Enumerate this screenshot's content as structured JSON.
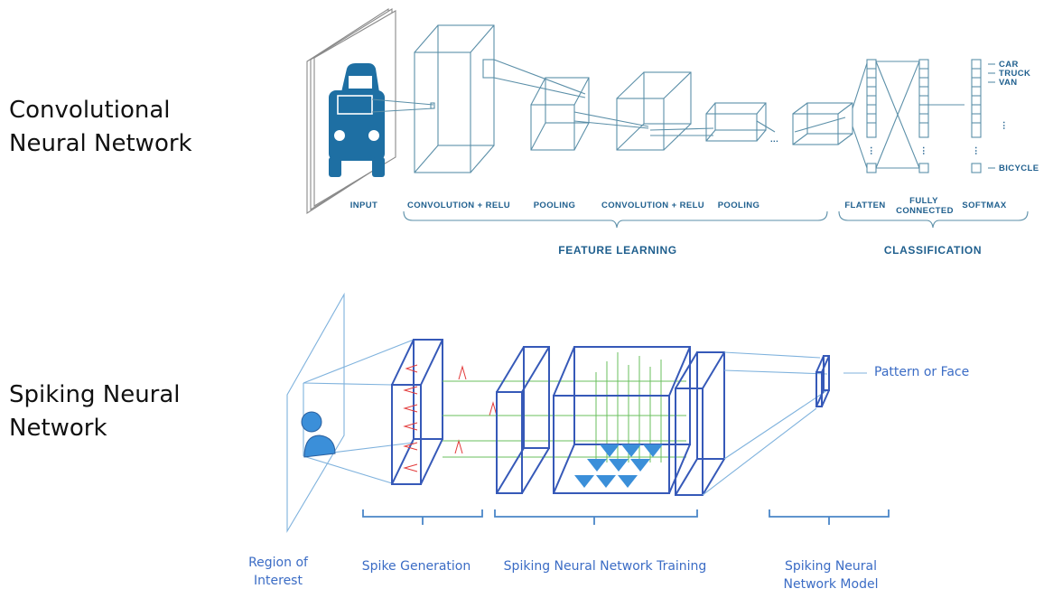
{
  "rows": {
    "cnn_title": "Convolutional\nNeural Network",
    "snn_title": "Spiking Neural\nNetwork"
  },
  "cnn": {
    "layers": {
      "input": "INPUT",
      "conv1": "CONVOLUTION + RELU",
      "pool1": "POOLING",
      "conv2": "CONVOLUTION + RELU",
      "pool2": "POOLING",
      "flatten": "FLATTEN",
      "fully_line1": "FULLY",
      "fully_line2": "CONNECTED",
      "softmax": "SOFTMAX"
    },
    "groups": {
      "feature": "FEATURE LEARNING",
      "classification": "CLASSIFICATION"
    },
    "outputs": [
      "CAR",
      "TRUCK",
      "VAN",
      "BICYCLE"
    ],
    "ellipsis": "...",
    "vdots": "⋮",
    "colors": {
      "stroke": "#5b8fa8",
      "label": "#1f5f8e",
      "car": "#1e6fa3"
    }
  },
  "snn": {
    "labels": {
      "roi": "Region of\nInterest",
      "spike": "Spike Generation",
      "training": "Spiking Neural Network Training",
      "model": "Spiking Neural\nNetwork Model",
      "output": "Pattern or Face"
    },
    "colors": {
      "line": "#7fb2dd",
      "box": "#3659b8",
      "spike": "#e23a3a",
      "synapse": "#6abf5e",
      "neuron": "#3b8fd9",
      "text": "#3b6cc5"
    }
  }
}
